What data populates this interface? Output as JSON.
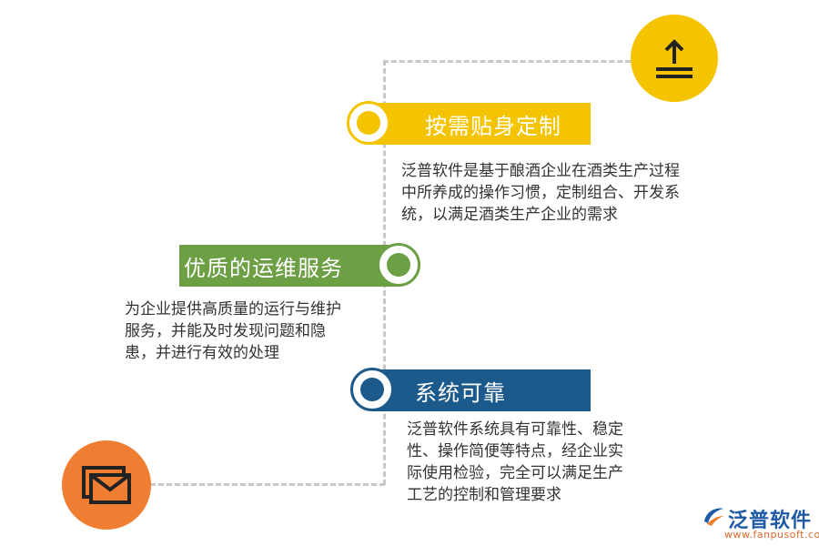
{
  "colors": {
    "yellow": "#f5c400",
    "green": "#6d9f45",
    "blue": "#1c5a8c",
    "orange": "#ef7d32",
    "dash": "#c8c8c8"
  },
  "steps": [
    {
      "title": "按需贴身定制",
      "description": "泛普软件是基于酿酒企业在酒类生产过程中所养成的操作习惯，定制组合、开发系统，以满足酒类生产企业的需求"
    },
    {
      "title": "优质的运维服务",
      "description": "为企业提供高质量的运行与维护服务，并能及时发现问题和隐患，并进行有效的处理"
    },
    {
      "title": "系统可靠",
      "description": "泛普软件系统具有可靠性、稳定性、操作简便等特点，经企业实际使用检验，完全可以满足生产工艺的控制和管理要求"
    }
  ],
  "icons": {
    "top": "upload-icon",
    "bottom": "mail-icon"
  },
  "logo": {
    "name": "泛普软件",
    "url": "www.fanpusoft.com"
  }
}
